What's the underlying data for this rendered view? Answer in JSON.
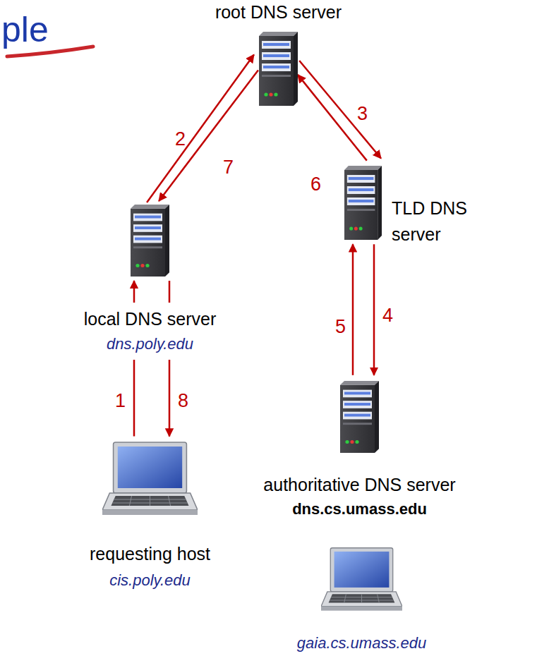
{
  "diagram": {
    "title": "ple",
    "nodes": [
      {
        "text": [
          "root DNS server"
        ]
      },
      {
        "text": [
          "local DNS server",
          "dns.poly.edu"
        ]
      },
      {
        "text": [
          "TLD DNS server"
        ]
      },
      {
        "text": [
          "authoritative DNS server",
          "dns.cs.umass.edu"
        ]
      },
      {
        "text": [
          "requesting host",
          "cis.poly.edu"
        ]
      },
      {
        "text": [
          "gaia.cs.umass.edu"
        ]
      }
    ],
    "edges": [
      {
        "from": 4,
        "to": 1,
        "arrow": "to",
        "label": "1"
      },
      {
        "from": 1,
        "to": 0,
        "arrow": "to",
        "label": "2"
      },
      {
        "from": 0,
        "to": 2,
        "arrow": "to",
        "label": "3"
      },
      {
        "from": 2,
        "to": 3,
        "arrow": "to",
        "label": "4"
      },
      {
        "from": 3,
        "to": 2,
        "arrow": "to",
        "label": "5"
      },
      {
        "from": 2,
        "to": 0,
        "arrow": "to",
        "label": "6"
      },
      {
        "from": 0,
        "to": 1,
        "arrow": "to",
        "label": "7"
      },
      {
        "from": 1,
        "to": 4,
        "arrow": "to",
        "label": "8"
      }
    ]
  }
}
